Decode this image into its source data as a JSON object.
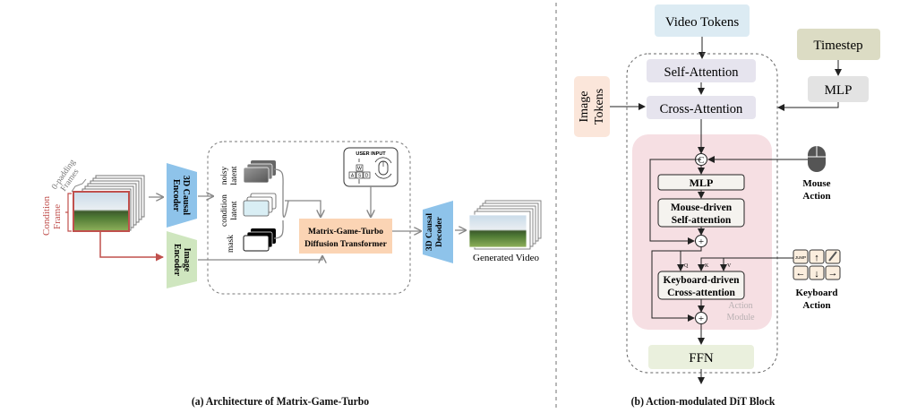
{
  "left_panel": {
    "labels": {
      "zero_padding_line1": "0-padding",
      "zero_padding_line2": "Frames",
      "condition_frame_line1": "Condition",
      "condition_frame_line2": "Frame",
      "encoder_3d_line1": "3D Causal",
      "encoder_3d_line2": "Encoder",
      "image_encoder_line1": "Image",
      "image_encoder_line2": "Encoder",
      "noisy_latent_line1": "noisy",
      "noisy_latent_line2": "latent",
      "condition_latent_line1": "condition",
      "condition_latent_line2": "latent",
      "mask": "mask",
      "user_input": "USER INPUT",
      "keys": [
        "W",
        "A",
        "S",
        "D"
      ],
      "dit_line1": "Matrix-Game-Turbo",
      "dit_line2": "Diffusion Transformer",
      "decoder_line1": "3D Causal",
      "decoder_line2": "Decoder",
      "generated_video": "Generated Video"
    },
    "caption": "(a) Architecture of Matrix-Game-Turbo"
  },
  "right_panel": {
    "labels": {
      "video_tokens": "Video Tokens",
      "timestep": "Timestep",
      "mlp_top": "MLP",
      "image_tokens_line1": "Image",
      "image_tokens_line2": "Tokens",
      "self_attention": "Self-Attention",
      "cross_attention": "Cross-Attention",
      "concat_symbol": "C",
      "mlp_inner": "MLP",
      "mouse_attn_line1": "Mouse-driven",
      "mouse_attn_line2": "Self-attention",
      "plus_symbol": "+",
      "q": "Q",
      "k": "K",
      "v": "V",
      "keyboard_attn_line1": "Keyboard-driven",
      "keyboard_attn_line2": "Cross-attention",
      "action_module_line1": "Action",
      "action_module_line2": "Module",
      "ffn": "FFN",
      "mouse_action_line1": "Mouse",
      "mouse_action_line2": "Action",
      "keyboard_action_line1": "Keyboard",
      "keyboard_action_line2": "Action",
      "jump_key": "JUMP"
    },
    "caption": "(b) Action-modulated DiT Block"
  },
  "colors": {
    "encoder_blue": "#8ec3ea",
    "image_encoder_green": "#cfe6bf",
    "dit_orange": "#fbd4b4",
    "condition_red": "#c0504d",
    "video_tokens_bg": "#dcebf3",
    "timestep_bg": "#dcdcc4",
    "mlp_bg": "#e3e3e3",
    "image_tokens_bg": "#fbe6da",
    "attention_bg": "#e6e4ee",
    "action_module_bg": "#f6dfe3",
    "ffn_bg": "#eaf0dd",
    "inner_box_bg": "#f5f3ef"
  }
}
